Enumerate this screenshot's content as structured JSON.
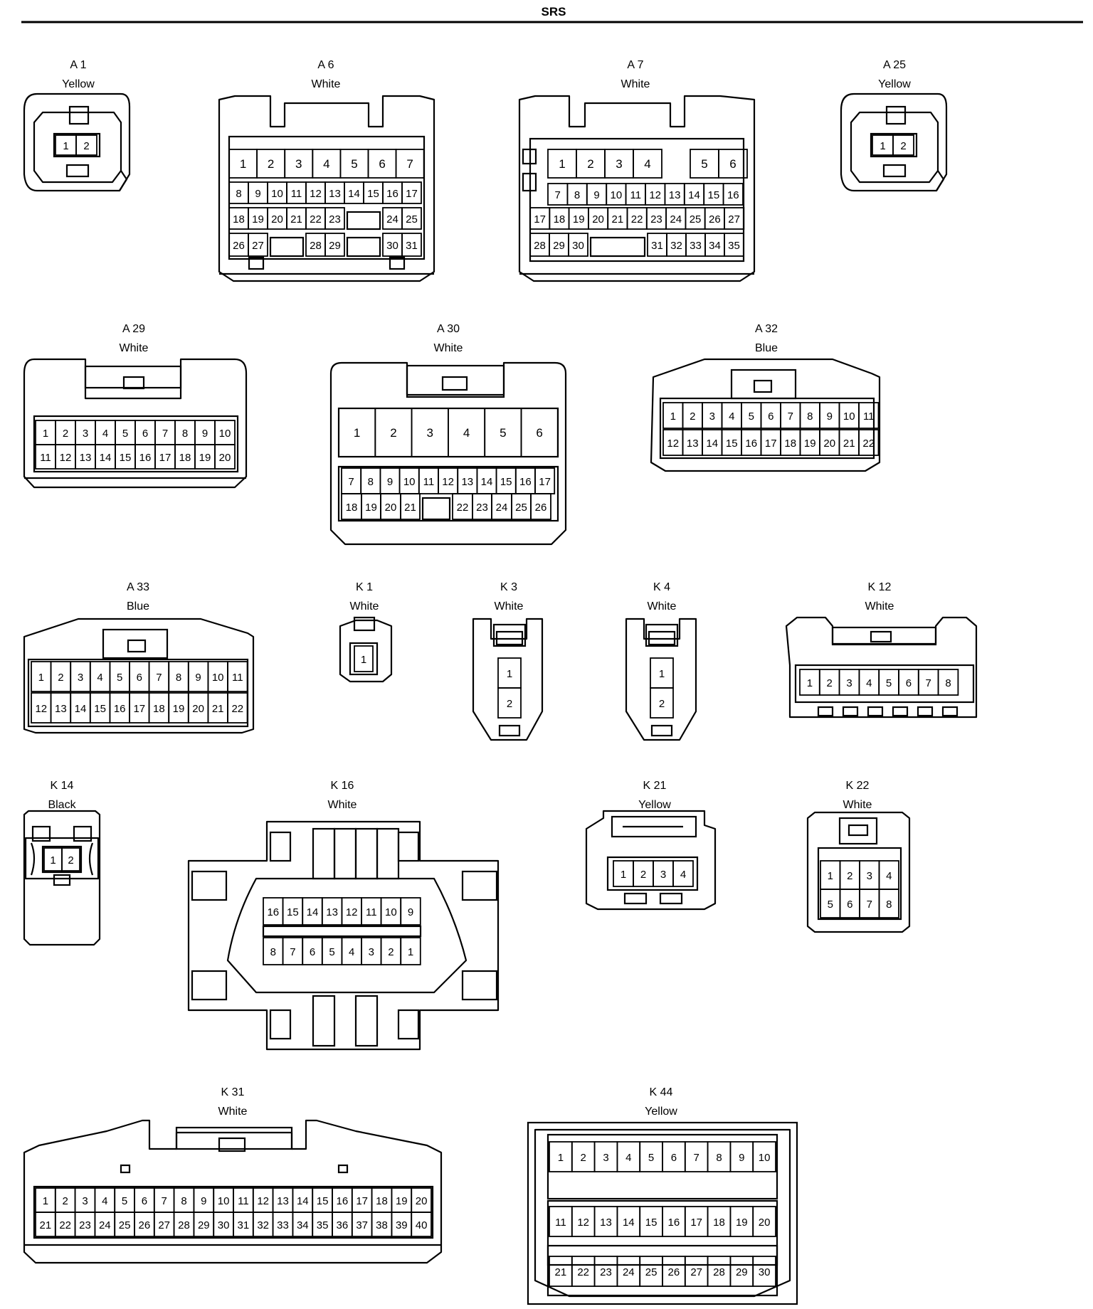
{
  "header": {
    "title": "SRS"
  },
  "connectors": [
    {
      "id": "A 1",
      "color": "Yellow",
      "rows": [
        [
          "1",
          "2"
        ]
      ]
    },
    {
      "id": "A 6",
      "color": "White",
      "rows": [
        [
          "1",
          "2",
          "3",
          "4",
          "5",
          "6",
          "7"
        ],
        [
          "8",
          "9",
          "10",
          "11",
          "12",
          "13",
          "14",
          "15",
          "16",
          "17"
        ],
        [
          "18",
          "19",
          "20",
          "21",
          "22",
          "23",
          "",
          "24",
          "25"
        ],
        [
          "26",
          "27",
          "",
          "28",
          "29",
          "",
          "30",
          "31"
        ]
      ]
    },
    {
      "id": "A 7",
      "color": "White",
      "rows": [
        [
          "1",
          "2",
          "3",
          "4",
          "",
          "5",
          "6"
        ],
        [
          "7",
          "8",
          "9",
          "10",
          "11",
          "12",
          "13",
          "14",
          "15",
          "16"
        ],
        [
          "17",
          "18",
          "19",
          "20",
          "21",
          "22",
          "23",
          "24",
          "25",
          "26",
          "27"
        ],
        [
          "28",
          "29",
          "30",
          "",
          "31",
          "32",
          "33",
          "34",
          "35"
        ]
      ]
    },
    {
      "id": "A 25",
      "color": "Yellow",
      "rows": [
        [
          "1",
          "2"
        ]
      ]
    },
    {
      "id": "A 29",
      "color": "White",
      "rows": [
        [
          "1",
          "2",
          "3",
          "4",
          "5",
          "6",
          "7",
          "8",
          "9",
          "10"
        ],
        [
          "11",
          "12",
          "13",
          "14",
          "15",
          "16",
          "17",
          "18",
          "19",
          "20"
        ]
      ]
    },
    {
      "id": "A 30",
      "color": "White",
      "rows": [
        [
          "1",
          "2",
          "3",
          "4",
          "5",
          "6"
        ],
        [
          "7",
          "8",
          "9",
          "10",
          "11",
          "12",
          "13",
          "14",
          "15",
          "16",
          "17"
        ],
        [
          "18",
          "19",
          "20",
          "21",
          "",
          "22",
          "23",
          "24",
          "25",
          "26"
        ]
      ]
    },
    {
      "id": "A 32",
      "color": "Blue",
      "rows": [
        [
          "1",
          "2",
          "3",
          "4",
          "5",
          "6",
          "7",
          "8",
          "9",
          "10",
          "11"
        ],
        [
          "12",
          "13",
          "14",
          "15",
          "16",
          "17",
          "18",
          "19",
          "20",
          "21",
          "22"
        ]
      ]
    },
    {
      "id": "A 33",
      "color": "Blue",
      "rows": [
        [
          "1",
          "2",
          "3",
          "4",
          "5",
          "6",
          "7",
          "8",
          "9",
          "10",
          "11"
        ],
        [
          "12",
          "13",
          "14",
          "15",
          "16",
          "17",
          "18",
          "19",
          "20",
          "21",
          "22"
        ]
      ]
    },
    {
      "id": "K 1",
      "color": "White",
      "rows": [
        [
          "1"
        ]
      ]
    },
    {
      "id": "K 3",
      "color": "White",
      "rows": [
        [
          "1"
        ],
        [
          "2"
        ]
      ]
    },
    {
      "id": "K 4",
      "color": "White",
      "rows": [
        [
          "1"
        ],
        [
          "2"
        ]
      ]
    },
    {
      "id": "K 12",
      "color": "White",
      "rows": [
        [
          "1",
          "2",
          "3",
          "4",
          "5",
          "6",
          "7",
          "8"
        ]
      ]
    },
    {
      "id": "K 14",
      "color": "Black",
      "rows": [
        [
          "1",
          "2"
        ]
      ]
    },
    {
      "id": "K 16",
      "color": "White",
      "rows": [
        [
          "16",
          "15",
          "14",
          "13",
          "12",
          "11",
          "10",
          "9"
        ],
        [
          "8",
          "7",
          "6",
          "5",
          "4",
          "3",
          "2",
          "1"
        ]
      ]
    },
    {
      "id": "K 21",
      "color": "Yellow",
      "rows": [
        [
          "1",
          "2",
          "3",
          "4"
        ]
      ]
    },
    {
      "id": "K 22",
      "color": "White",
      "rows": [
        [
          "1",
          "2",
          "3",
          "4"
        ],
        [
          "5",
          "6",
          "7",
          "8"
        ]
      ]
    },
    {
      "id": "K 31",
      "color": "White",
      "rows": [
        [
          "1",
          "2",
          "3",
          "4",
          "5",
          "6",
          "7",
          "8",
          "9",
          "10",
          "11",
          "12",
          "13",
          "14",
          "15",
          "16",
          "17",
          "18",
          "19",
          "20"
        ],
        [
          "21",
          "22",
          "23",
          "24",
          "25",
          "26",
          "27",
          "28",
          "29",
          "30",
          "31",
          "32",
          "33",
          "34",
          "35",
          "36",
          "37",
          "38",
          "39",
          "40"
        ]
      ]
    },
    {
      "id": "K 44",
      "color": "Yellow",
      "rows": [
        [
          "1",
          "2",
          "3",
          "4",
          "5",
          "6",
          "7",
          "8",
          "9",
          "10"
        ],
        [
          "11",
          "12",
          "13",
          "14",
          "15",
          "16",
          "17",
          "18",
          "19",
          "20"
        ],
        [
          "21",
          "22",
          "23",
          "24",
          "25",
          "26",
          "27",
          "28",
          "29",
          "30"
        ]
      ]
    }
  ]
}
